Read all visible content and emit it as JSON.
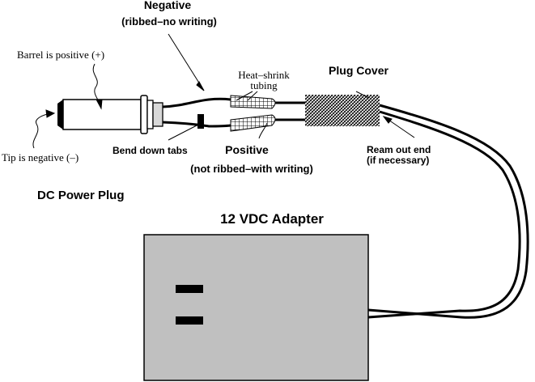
{
  "labels": {
    "negative": "Negative",
    "negative_note": "(ribbed–no writing)",
    "barrel": "Barrel is positive (+)",
    "heat_shrink_1": "Heat–shrink",
    "heat_shrink_2": "tubing",
    "plug_cover": "Plug Cover",
    "tip": "Tip is negative (–)",
    "bend_tabs": "Bend down tabs",
    "positive": "Positive",
    "positive_note": "(not ribbed–with writing)",
    "ream_1": "Ream out end",
    "ream_2": "(if necessary)",
    "dc_plug": "DC Power Plug",
    "adapter": "12 VDC Adapter"
  },
  "colors": {
    "adapter_fill": "#c0c0c0",
    "plug_fill": "#d8d8d8",
    "ink": "#000000"
  }
}
